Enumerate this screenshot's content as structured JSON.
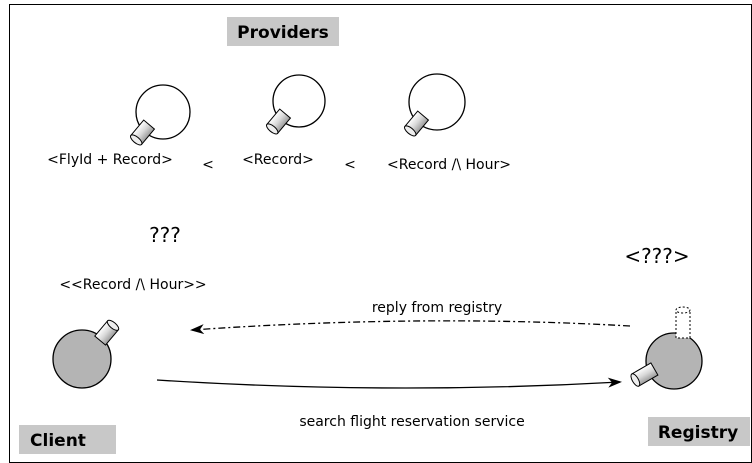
{
  "providers": {
    "title": "Providers",
    "items": [
      {
        "label": "<FlyId + Record>"
      },
      {
        "label": "<Record>"
      },
      {
        "label": "<Record /\\ Hour>"
      }
    ],
    "separators": [
      "<",
      "<"
    ]
  },
  "client": {
    "label": "Client",
    "unknown": "???",
    "requirement": "<<Record /\\ Hour>>"
  },
  "registry": {
    "label": "Registry",
    "unknown": "<???>"
  },
  "arrows": {
    "reply": "reply from registry",
    "search": "search flight reservation service"
  },
  "colors": {
    "label_bg": "#c8c8c8",
    "node_fill": "#b4b4b4",
    "component_fill": "#ffffff"
  }
}
